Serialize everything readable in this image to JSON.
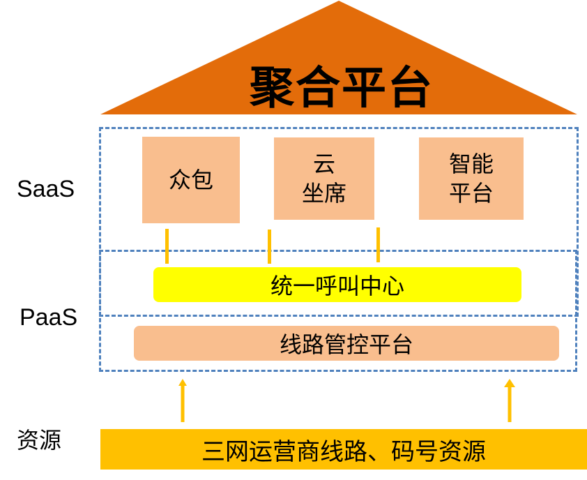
{
  "title": "聚合平台",
  "colors": {
    "roof": "#e36c0a",
    "box": "#f9be8e",
    "callcenter": "#ffff00",
    "connector": "#ffc000",
    "dash": "#4f81bd",
    "resource": "#ffc000"
  },
  "layers": {
    "saas": "SaaS",
    "paas": "PaaS",
    "resource": "资源"
  },
  "saas_boxes": [
    {
      "line1": "众包",
      "line2": ""
    },
    {
      "line1": "云",
      "line2": "坐席"
    },
    {
      "line1": "智能",
      "line2": "平台"
    }
  ],
  "paas": {
    "callcenter": "统一呼叫中心",
    "line_control": "线路管控平台"
  },
  "resource_bar": "三网运营商线路、码号资源"
}
